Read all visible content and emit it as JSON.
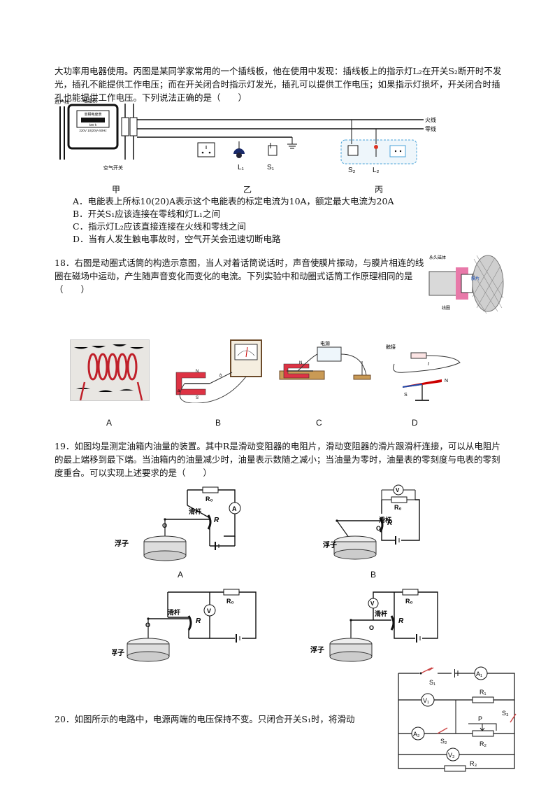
{
  "q17": {
    "stem": "大功率用电器使用。丙图是某同学家常用的一个插线板，他在使用中发现：插线板上的指示灯L₂在开关S₂断开时不发光，插孔不能提供工作电压；而在开关闭合时指示灯发光，插孔可以提供工作电压；如果指示灯损坏，开关闭合时插孔也能提供工作电压。下列说法正确的是（　　）",
    "fig_labels": {
      "inline": "进户线",
      "meter": "电能表",
      "meter_face": "单相电度表",
      "meter_unit": "kW·h",
      "meter_rating": "220V 10(20)A 50Hz",
      "switch": "空气开关",
      "live": "火线",
      "neutral": "零线",
      "L1": "L₁",
      "S1": "S₁",
      "S2": "S₂",
      "L2": "L₂",
      "jia": "甲",
      "yi": "乙",
      "bing": "丙"
    },
    "options": [
      "A．电能表上所标10(20)A表示这个电能表的标定电流为10A，额定最大电流为20A",
      "B．开关S₁应该连接在零线和灯L₁之间",
      "C．指示灯L₂应该直接连接在火线和零线之间",
      "D．当有人发生触电事故时，空气开关会迅速切断电路"
    ]
  },
  "q18": {
    "stem": "18．右图是动圈式话筒的构造示意图，当人对着话筒说话时，声音使膜片振动，与膜片相连的线圈在磁场中运动，产生随声音变化而变化的电流。下列实验中和动圈式话筒工作原理相同的是（　　）",
    "mic_labels": {
      "magnet": "永久磁体",
      "coil": "线圈",
      "film": "膜片"
    },
    "fig_labels": {
      "power": "电源",
      "touch": "触接",
      "N": "N",
      "S": "S",
      "a": "a",
      "b": "b",
      "I": "I"
    },
    "options": [
      "A",
      "B",
      "C",
      "D"
    ]
  },
  "q19": {
    "stem": "19．如图均是测定油箱内油量的装置。其中R是滑动变阻器的电阻片，滑动变阻器的滑片跟滑杆连接，可以从电阻片的最上端移到最下端。当油箱内的油量减少时，油量表示数随之减小；当油量为零时，油量表的零刻度与电表的零刻度重合。可以实现上述要求的是（　　）",
    "labels": {
      "R0": "R₀",
      "R": "R",
      "rod": "滑杆",
      "O": "O",
      "float": "浮子",
      "A_meter": "A",
      "V_meter": "V"
    },
    "options": [
      "A",
      "B"
    ]
  },
  "q20": {
    "stem": "20．如图所示的电路中，电源两端的电压保持不变。只闭合开关S₁时，将滑动",
    "labels": {
      "S1": "S₁",
      "S2": "S₂",
      "S3": "S₃",
      "A1": "A₁",
      "A2": "A₂",
      "V1": "V₁",
      "V2": "V₂",
      "R1": "R₁",
      "R2": "R₂",
      "R3": "R₃",
      "P": "P"
    }
  }
}
